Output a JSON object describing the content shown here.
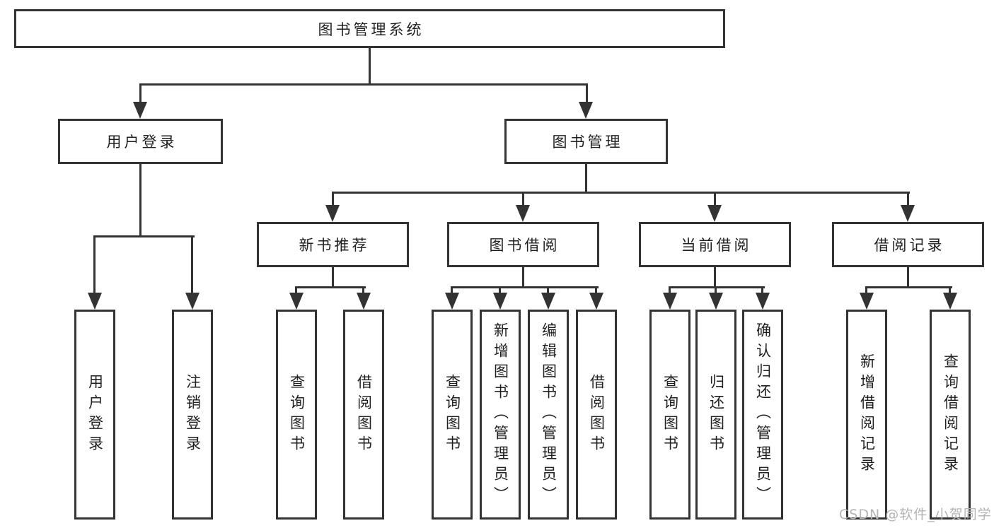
{
  "tree": {
    "label": "图书管理系统",
    "children": [
      {
        "label": "用户登录",
        "children": [
          {
            "label": "用户登录"
          },
          {
            "label": "注销登录"
          }
        ]
      },
      {
        "label": "图书管理",
        "children": [
          {
            "label": "新书推荐",
            "children": [
              {
                "label": "查询图书"
              },
              {
                "label": "借阅图书"
              }
            ]
          },
          {
            "label": "图书借阅",
            "children": [
              {
                "label": "查询图书"
              },
              {
                "label": "新增图书（管理员）"
              },
              {
                "label": "编辑图书（管理员）"
              },
              {
                "label": "借阅图书"
              }
            ]
          },
          {
            "label": "当前借阅",
            "children": [
              {
                "label": "查询图书"
              },
              {
                "label": "归还图书"
              },
              {
                "label": "确认归还（管理员）"
              }
            ]
          },
          {
            "label": "借阅记录",
            "children": [
              {
                "label": "新增借阅记录"
              },
              {
                "label": "查询借阅记录"
              }
            ]
          }
        ]
      }
    ]
  },
  "watermark": {
    "text": "CSDN @软件_小贺同学"
  },
  "colors": {
    "line": "#333333",
    "text": "#1f1f1f",
    "watermark": "#b4b4b4",
    "background": "#ffffff"
  }
}
